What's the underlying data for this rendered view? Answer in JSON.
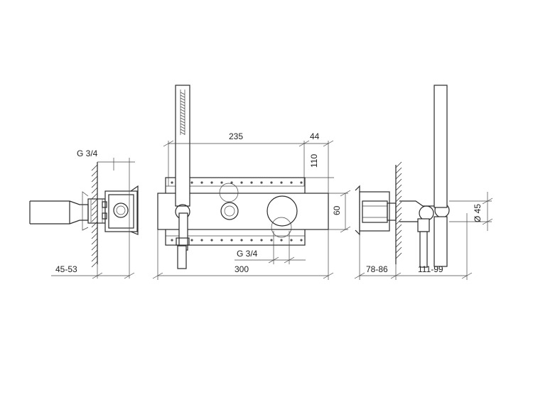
{
  "dimensions": {
    "left_thread": "G 3/4",
    "left_depth": "45-53",
    "width_235": "235",
    "offset_44": "44",
    "height_110": "110",
    "height_60": "60",
    "bottom_thread": "G 3/4",
    "width_300": "300",
    "right_depth_a": "78-86",
    "right_depth_b": "111-99",
    "diameter": "Ø 45"
  }
}
